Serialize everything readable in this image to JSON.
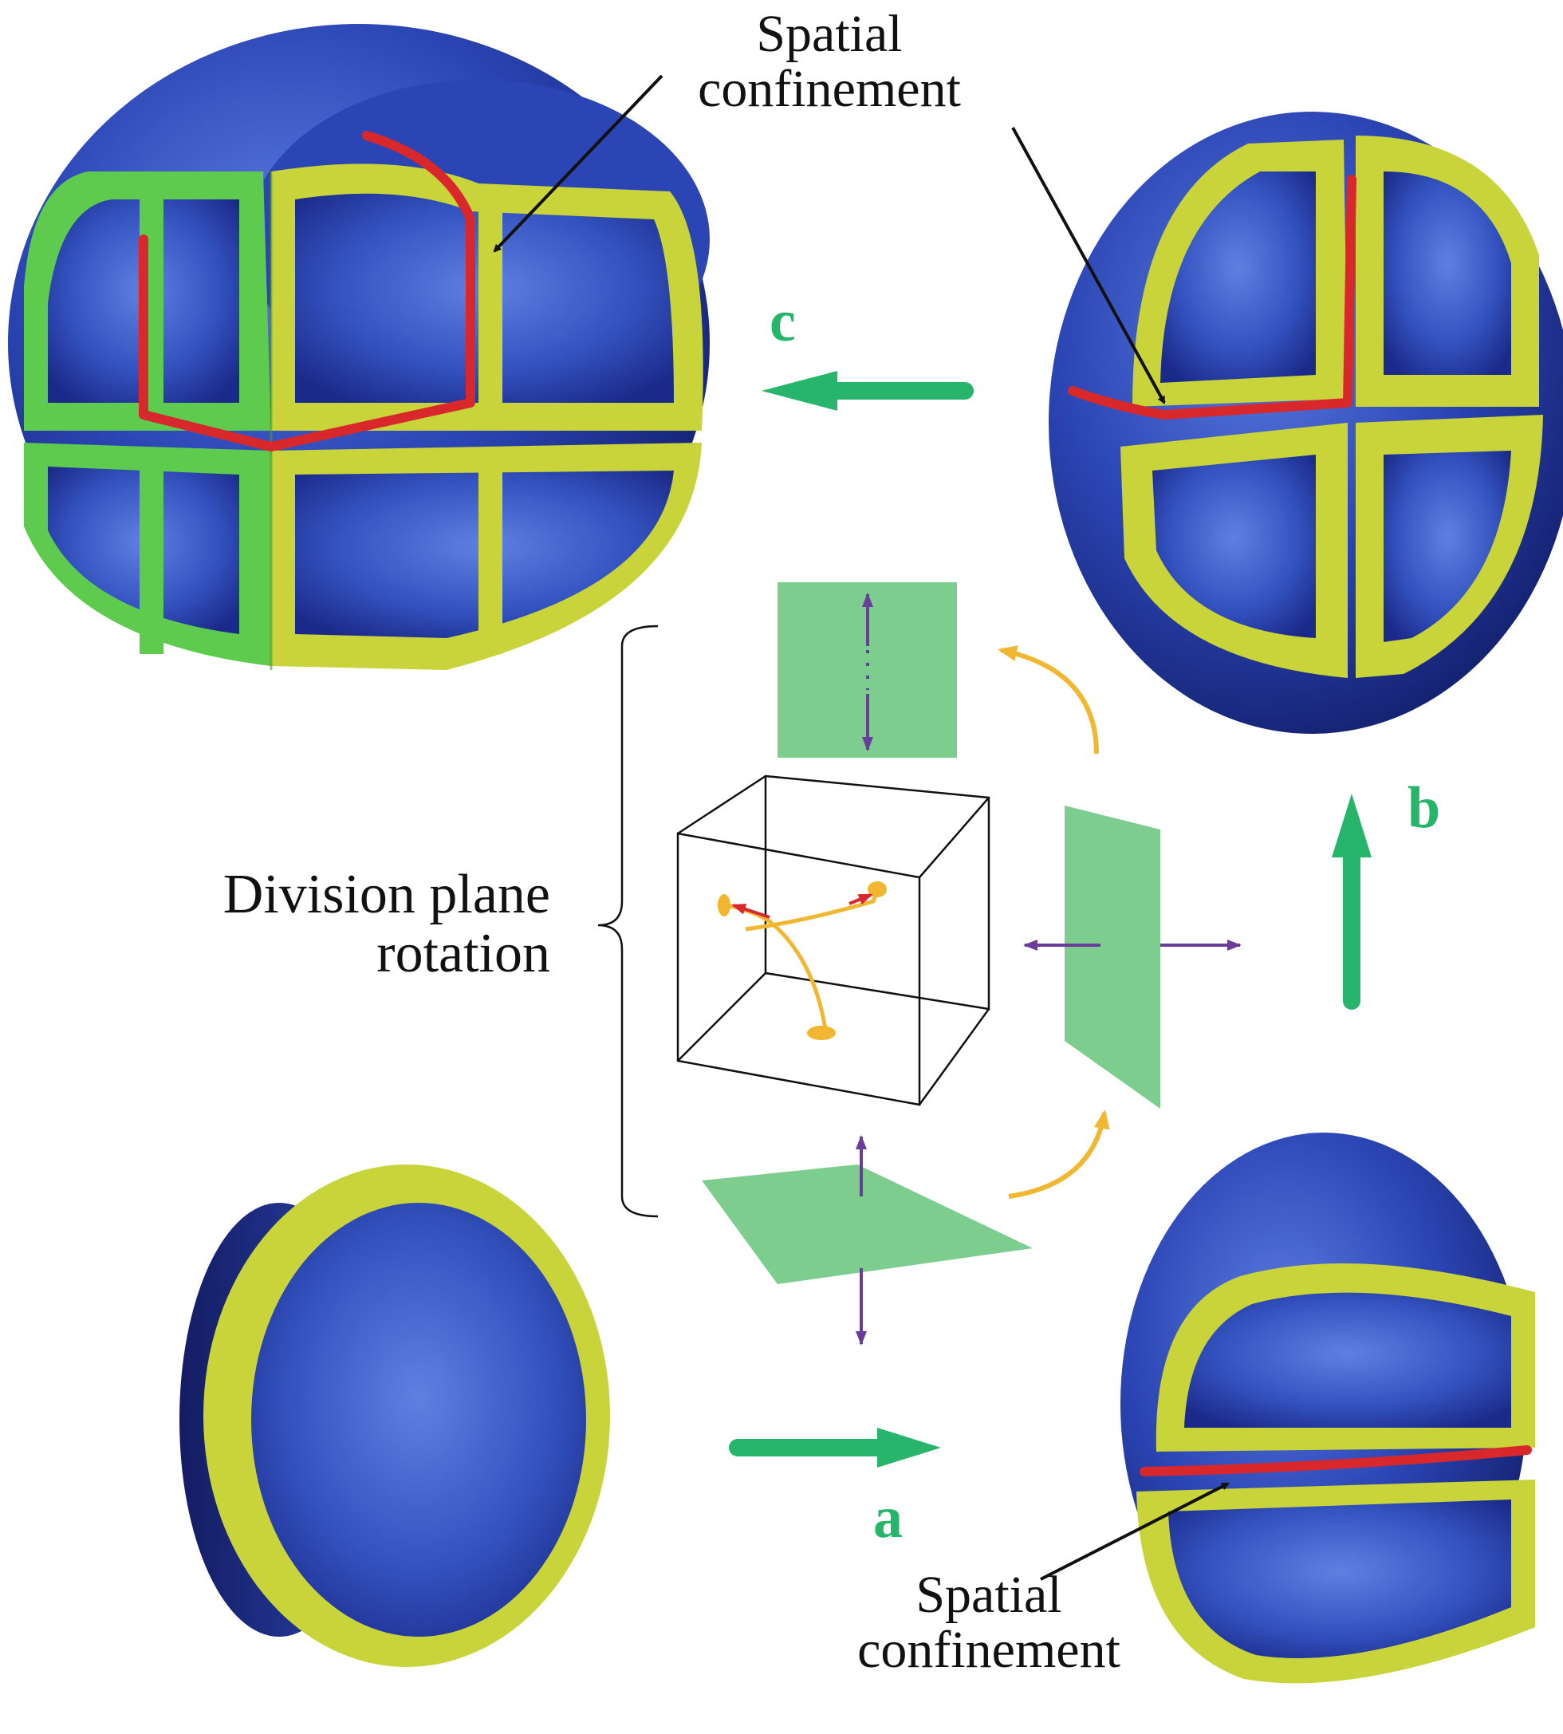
{
  "labels": {
    "spatial_top_line1": "Spatial",
    "spatial_top_line2": "confinement",
    "spatial_bottom_line1": "Spatial",
    "spatial_bottom_line2": "confinement",
    "division_line1": "Division plane",
    "division_line2": "rotation",
    "step_a": "a",
    "step_b": "b",
    "step_c": "c"
  },
  "colors": {
    "blue_dark": "#1a2580",
    "blue_mid": "#2b45b4",
    "blue_light": "#4f6fd6",
    "yellow_rim": "#c8d43a",
    "green_rim": "#5ecb4f",
    "confinement_red": "#d8282c",
    "step_arrow_green": "#27b56c",
    "plane_green": "#7ccd8e",
    "rotation_orange": "#f2b731",
    "axis_purple": "#6a3d9a",
    "text": "#111111"
  }
}
